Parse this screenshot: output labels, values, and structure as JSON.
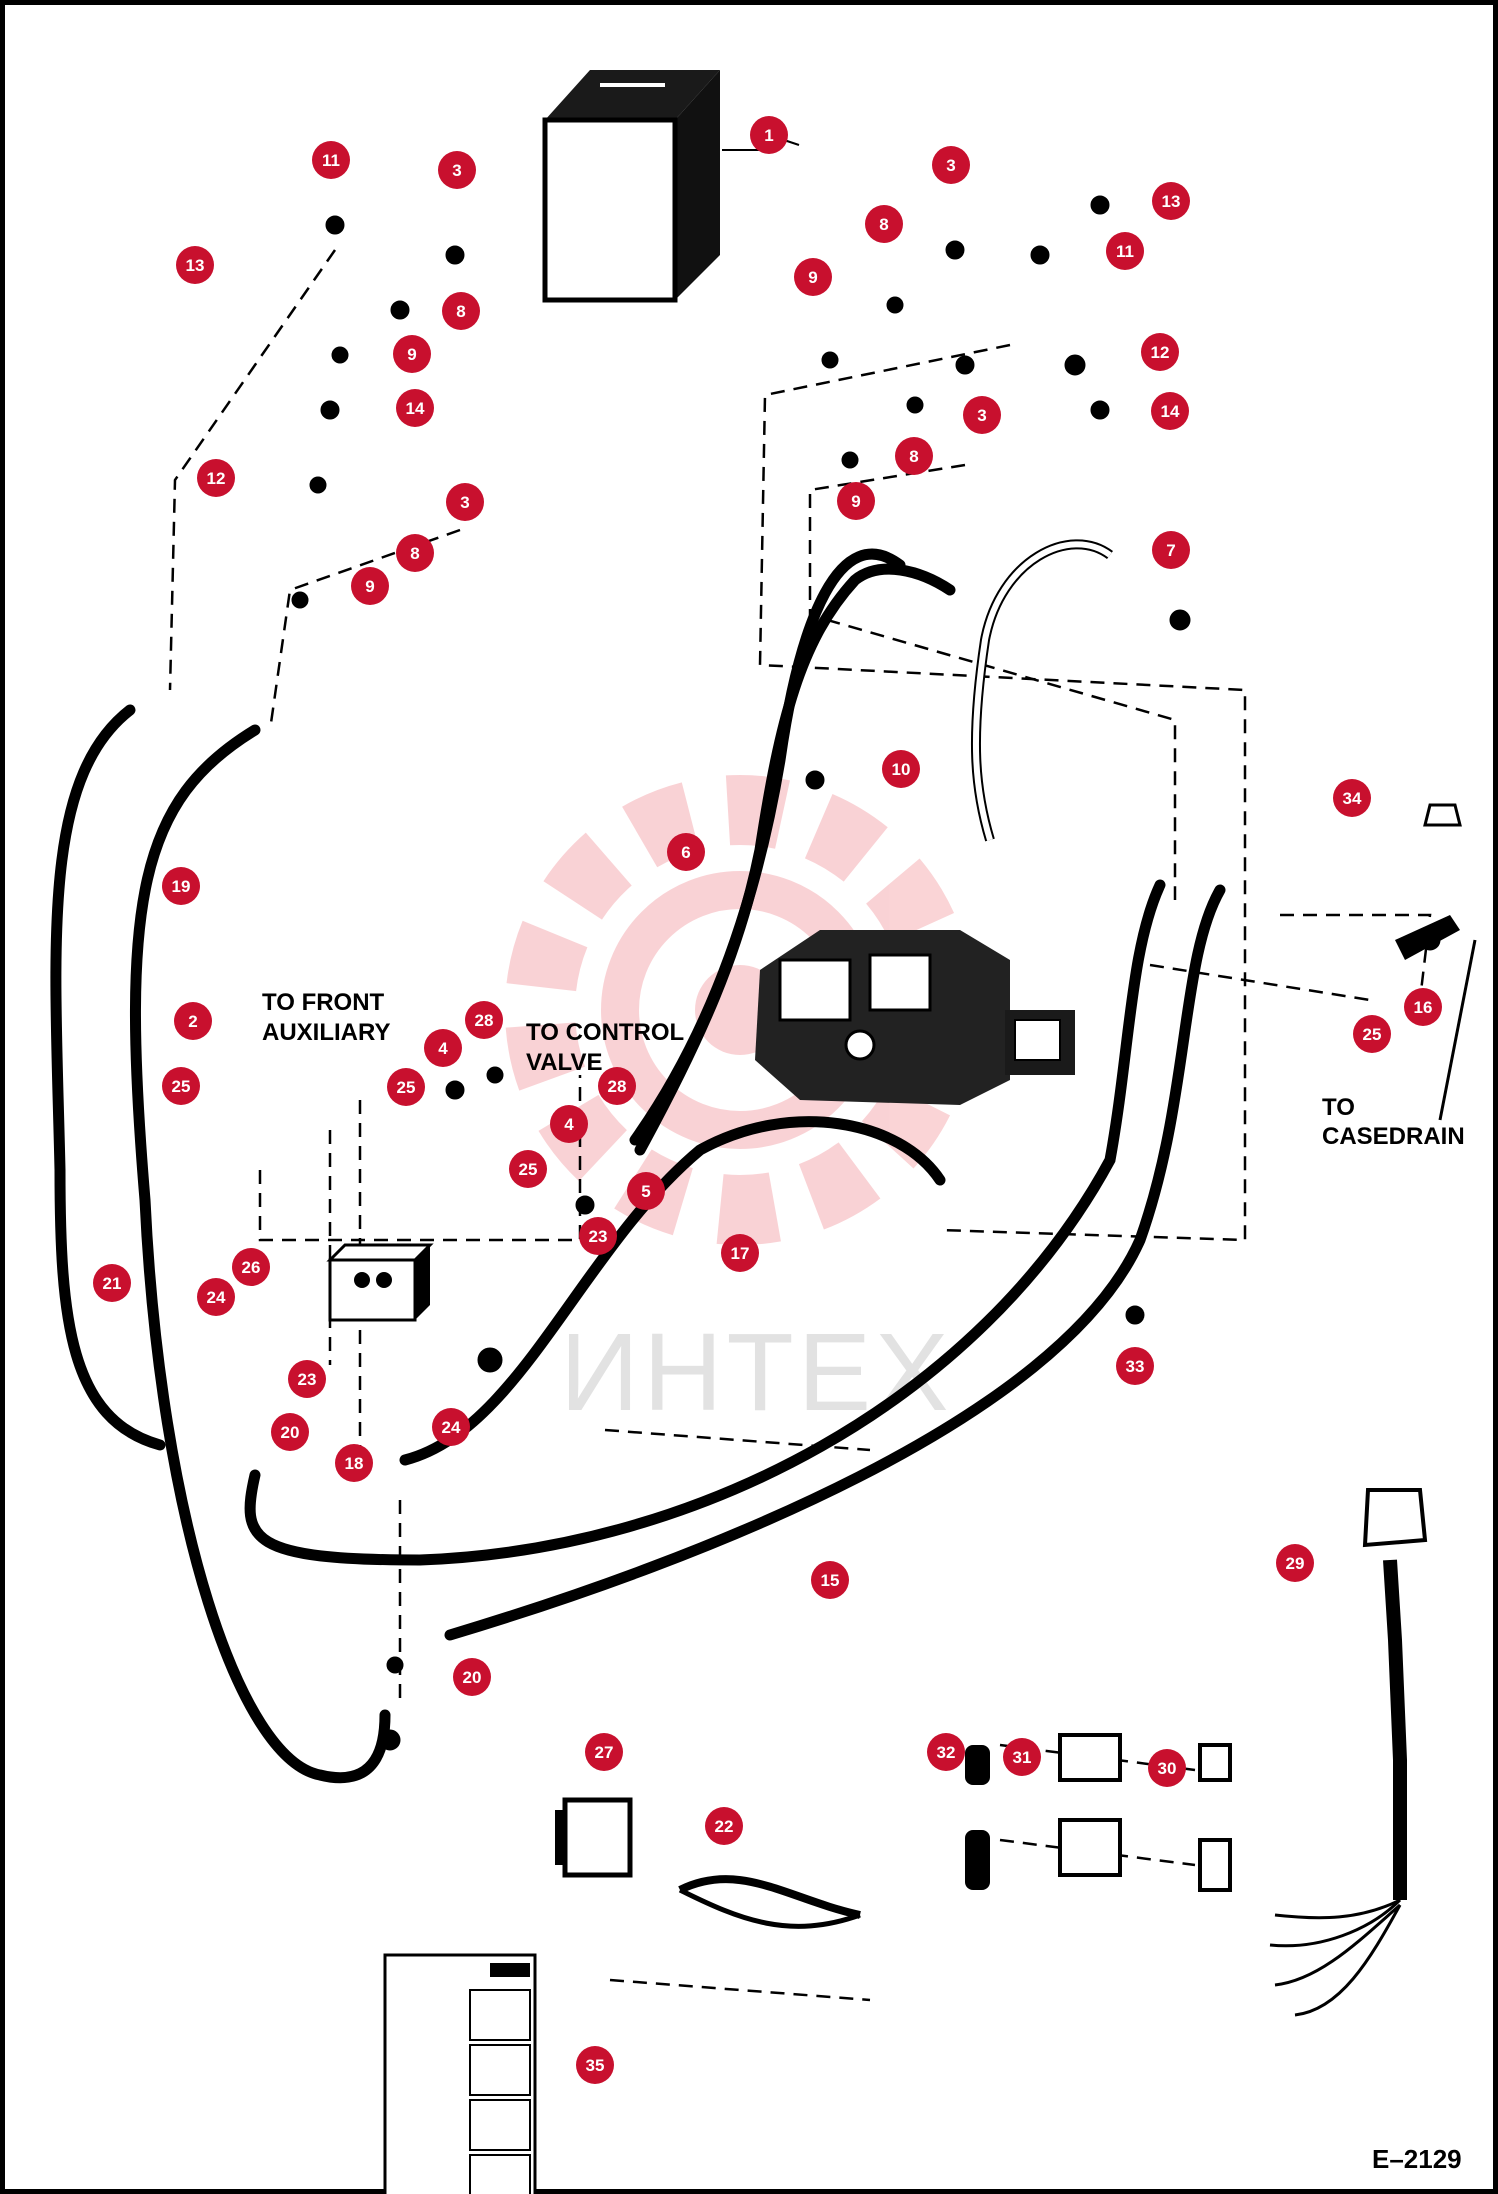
{
  "figure_code": "E–2129",
  "watermark": "ИНТЕХ",
  "labels": {
    "front_aux_line1": "TO FRONT",
    "front_aux_line2": "AUXILIARY",
    "control_valve_line1": "TO CONTROL",
    "control_valve_line2": "VALVE",
    "casedrain_line1": "TO",
    "casedrain_line2": "CASEDRAIN"
  },
  "callouts": [
    {
      "id": "c1",
      "n": "1"
    },
    {
      "id": "c11a",
      "n": "11"
    },
    {
      "id": "c3a",
      "n": "3"
    },
    {
      "id": "c13a",
      "n": "13"
    },
    {
      "id": "c8a",
      "n": "8"
    },
    {
      "id": "c9a",
      "n": "9"
    },
    {
      "id": "c14a",
      "n": "14"
    },
    {
      "id": "c12a",
      "n": "12"
    },
    {
      "id": "c3b",
      "n": "3"
    },
    {
      "id": "c8b",
      "n": "8"
    },
    {
      "id": "c9b",
      "n": "9"
    },
    {
      "id": "c3c",
      "n": "3"
    },
    {
      "id": "c13b",
      "n": "13"
    },
    {
      "id": "c8c",
      "n": "8"
    },
    {
      "id": "c11b",
      "n": "11"
    },
    {
      "id": "c9c",
      "n": "9"
    },
    {
      "id": "c12b",
      "n": "12"
    },
    {
      "id": "c3d",
      "n": "3"
    },
    {
      "id": "c14b",
      "n": "14"
    },
    {
      "id": "c8d",
      "n": "8"
    },
    {
      "id": "c9d",
      "n": "9"
    },
    {
      "id": "c7",
      "n": "7"
    },
    {
      "id": "c10",
      "n": "10"
    },
    {
      "id": "c6",
      "n": "6"
    },
    {
      "id": "c19",
      "n": "19"
    },
    {
      "id": "c34",
      "n": "34"
    },
    {
      "id": "c16",
      "n": "16"
    },
    {
      "id": "c25d",
      "n": "25"
    },
    {
      "id": "c2",
      "n": "2"
    },
    {
      "id": "c25a",
      "n": "25"
    },
    {
      "id": "c4a",
      "n": "4"
    },
    {
      "id": "c28a",
      "n": "28"
    },
    {
      "id": "c25b",
      "n": "25"
    },
    {
      "id": "c28b",
      "n": "28"
    },
    {
      "id": "c4b",
      "n": "4"
    },
    {
      "id": "c25c",
      "n": "25"
    },
    {
      "id": "c5",
      "n": "5"
    },
    {
      "id": "c23a",
      "n": "23"
    },
    {
      "id": "c17",
      "n": "17"
    },
    {
      "id": "c21",
      "n": "21"
    },
    {
      "id": "c26",
      "n": "26"
    },
    {
      "id": "c24a",
      "n": "24"
    },
    {
      "id": "c23b",
      "n": "23"
    },
    {
      "id": "c20a",
      "n": "20"
    },
    {
      "id": "c18",
      "n": "18"
    },
    {
      "id": "c24b",
      "n": "24"
    },
    {
      "id": "c33",
      "n": "33"
    },
    {
      "id": "c29",
      "n": "29"
    },
    {
      "id": "c15",
      "n": "15"
    },
    {
      "id": "c20b",
      "n": "20"
    },
    {
      "id": "c27",
      "n": "27"
    },
    {
      "id": "c22",
      "n": "22"
    },
    {
      "id": "c32",
      "n": "32"
    },
    {
      "id": "c31",
      "n": "31"
    },
    {
      "id": "c30",
      "n": "30"
    },
    {
      "id": "c35",
      "n": "35"
    }
  ]
}
